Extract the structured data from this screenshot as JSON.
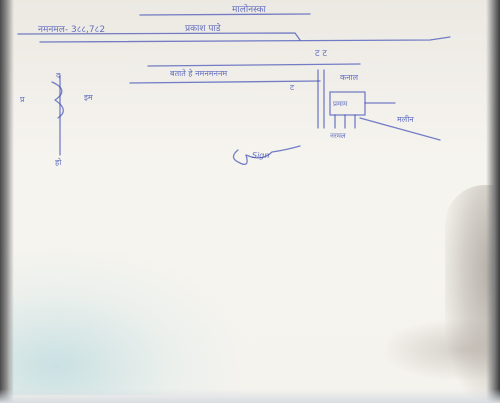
{
  "page": {
    "heading": "मालोनस्का",
    "top_line_left": "नमनमल- 3८८,7८2",
    "top_line_right": "प्रकाश पाडे",
    "bracket_right": "ट ट",
    "second_line": "बताते हे नमनमननम",
    "small_label_a": "ट",
    "small_label_b": "कनाल",
    "component_label": "प्रमाम",
    "side_label": "मलीन",
    "bottom_caption": "नरमल",
    "left_label": "प्र",
    "left_mark": "द",
    "left_value": "इम",
    "left_foot": "हो",
    "signature": "Sign"
  },
  "ink_color": "#3d4cb5"
}
